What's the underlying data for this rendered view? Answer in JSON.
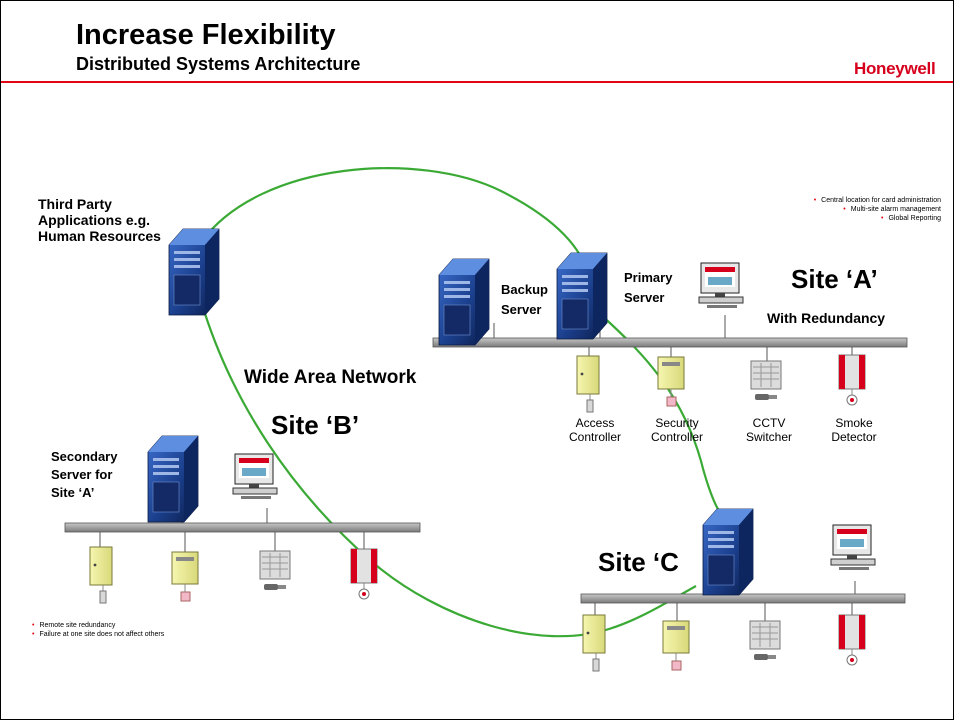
{
  "header": {
    "title": "Increase Flexibility",
    "subtitle": "Distributed Systems Architecture",
    "brand": "Honeywell",
    "brand_color": "#d6001c",
    "rule_color": "#e20613"
  },
  "labels": {
    "third_party": [
      "Third Party",
      "Applications e.g.",
      "Human  Resources"
    ],
    "wan": "Wide Area Network",
    "site_a": "Site ‘A’",
    "site_a_sub": "With Redundancy",
    "site_b": "Site ‘B’",
    "site_c": "Site ‘C",
    "backup_server": [
      "Backup",
      "Server"
    ],
    "primary_server": [
      "Primary",
      "Server"
    ],
    "secondary_server": [
      "Secondary",
      "Server for",
      "Site ‘A’"
    ]
  },
  "devices": {
    "access": [
      "Access",
      "Controller"
    ],
    "security": [
      "Security",
      "Controller"
    ],
    "cctv": [
      "CCTV",
      "Switcher"
    ],
    "smoke": [
      "Smoke",
      "Detector"
    ]
  },
  "bullets_top": [
    "Central location for card administration",
    "Multi-site alarm management",
    "Global Reporting"
  ],
  "bullets_bottom": [
    "Remote site redundancy",
    "Failure at one site does not affect others"
  ],
  "colors": {
    "network_line": "#3aaa35",
    "server": "#1f4fa0",
    "bus": "#9a9a9a"
  }
}
